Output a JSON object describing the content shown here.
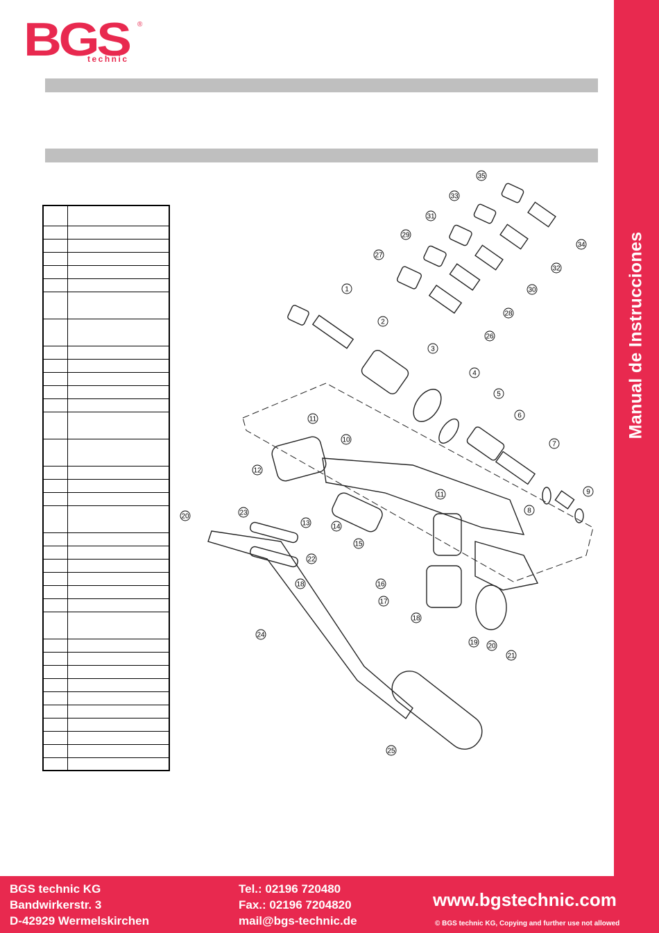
{
  "logo": {
    "brand": "BGS",
    "sub": "technic",
    "reg": "®"
  },
  "sidebar": {
    "title": "Manual de Instrucciones"
  },
  "table": {
    "row_heights": [
      30,
      20,
      20,
      20,
      20,
      20,
      40,
      40,
      20,
      20,
      20,
      20,
      20,
      40,
      40,
      20,
      20,
      20,
      40,
      20,
      20,
      20,
      20,
      20,
      20,
      40,
      20,
      20,
      20,
      20,
      20,
      20,
      20,
      20,
      20,
      20
    ]
  },
  "diagram": {
    "labels": [
      "1",
      "2",
      "3",
      "4",
      "5",
      "6",
      "7",
      "8",
      "9",
      "10",
      "11",
      "11",
      "12",
      "13",
      "14",
      "15",
      "16",
      "17",
      "18",
      "19",
      "20",
      "20",
      "21",
      "22",
      "23",
      "24",
      "25",
      "26",
      "27",
      "28",
      "29",
      "30",
      "31",
      "32",
      "33",
      "34",
      "35",
      "18"
    ]
  },
  "footer": {
    "company": "BGS technic KG",
    "street": "Bandwirkerstr. 3",
    "city": "D-42929 Wermelskirchen",
    "tel": "Tel.: 02196 720480",
    "fax": "Fax.: 02196 7204820",
    "mail": "mail@bgs-technic.de",
    "web": "www.bgstechnic.com",
    "copyright": "© BGS technic KG, Copying and further use not allowed"
  },
  "colors": {
    "brand": "#e8294f",
    "bar": "#bfbfbf"
  }
}
